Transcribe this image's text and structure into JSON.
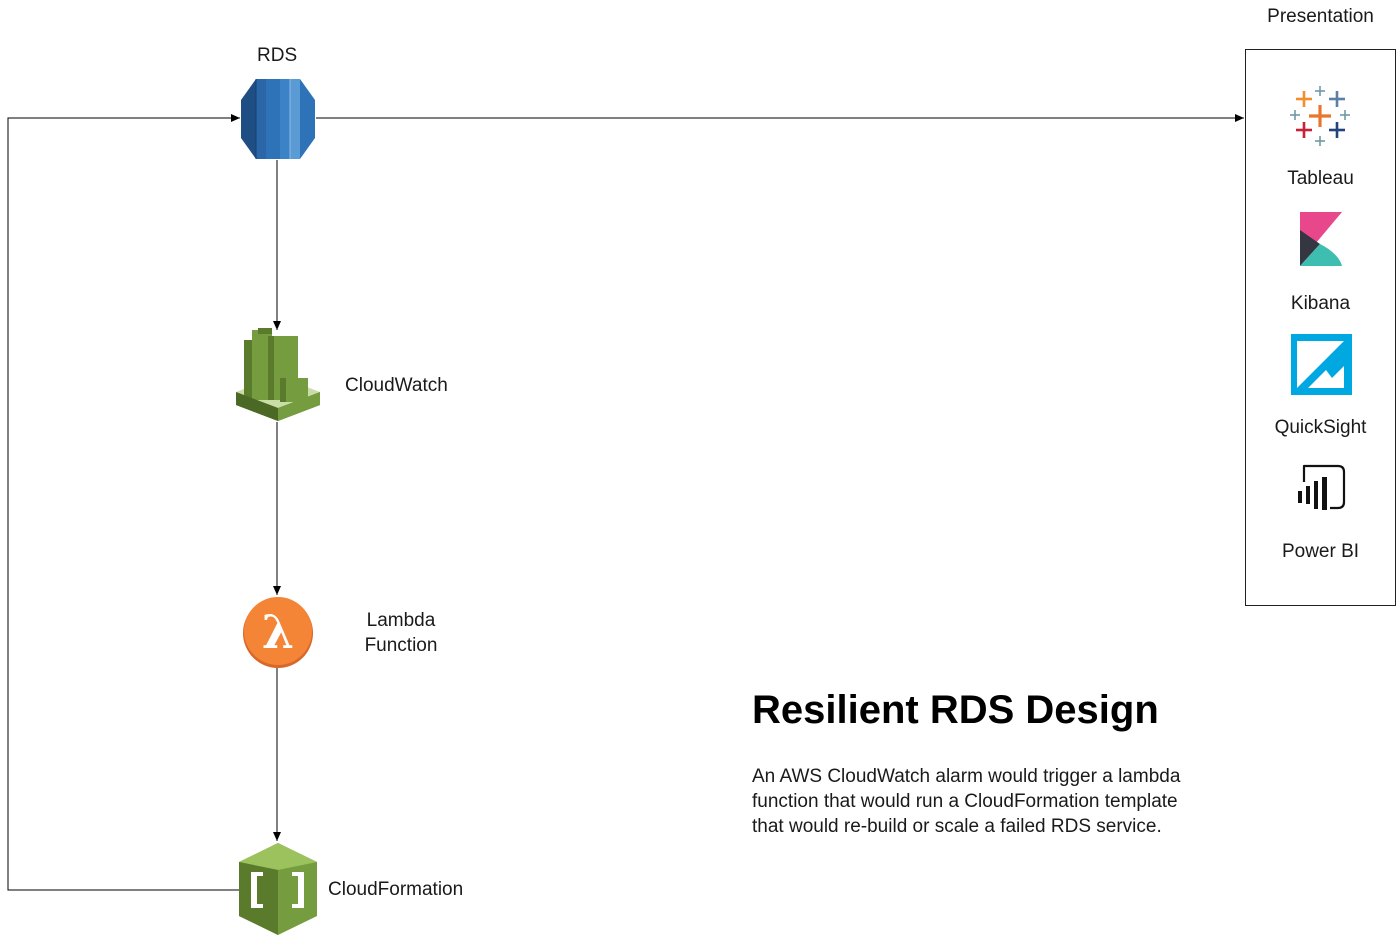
{
  "nodes": {
    "rds": "RDS",
    "cloudwatch": "CloudWatch",
    "lambda_line1": "Lambda",
    "lambda_line2": "Function",
    "cloudformation": "CloudFormation"
  },
  "presentation": {
    "title": "Presentation",
    "tools": [
      "Tableau",
      "Kibana",
      "QuickSight",
      "Power BI"
    ]
  },
  "heading": "Resilient RDS Design",
  "description": "An AWS CloudWatch alarm would trigger a lambda function that would run a CloudFormation template that would re-build or scale a failed RDS service.",
  "icons": {
    "rds": "rds-database-icon",
    "cloudwatch": "cloudwatch-icon",
    "lambda": "lambda-icon",
    "cloudformation": "cloudformation-icon",
    "tableau": "tableau-icon",
    "kibana": "kibana-icon",
    "quicksight": "quicksight-icon",
    "powerbi": "power-bi-icon"
  },
  "colors": {
    "rds_dark": "#1F4E85",
    "rds_mid": "#2E73B8",
    "rds_light": "#5A9BD5",
    "aws_green_dark": "#5A7B2C",
    "aws_green": "#759C3E",
    "aws_green_light": "#9BC25C",
    "lambda_orange": "#F58536",
    "lambda_orange_dark": "#D9672A",
    "kibana_pink": "#E9478B",
    "kibana_teal": "#3EBEB0",
    "kibana_dark": "#343741",
    "quicksight_blue": "#00A8E1"
  }
}
